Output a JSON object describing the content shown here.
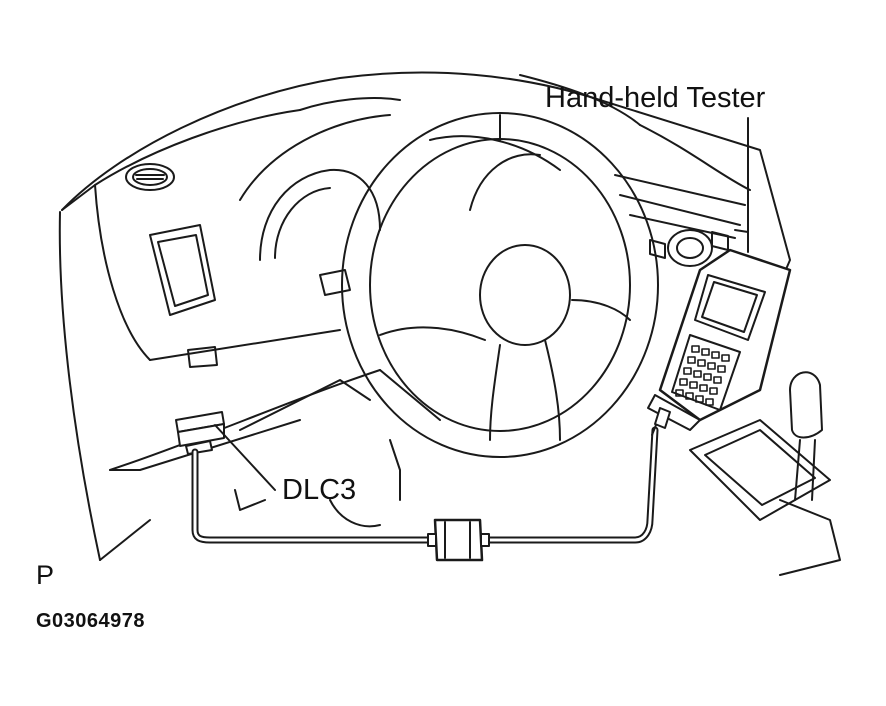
{
  "labels": {
    "hand_held_tester": "Hand-held Tester",
    "dlc3": "DLC3",
    "view_marker": "P",
    "figure_code": "G03064978"
  }
}
